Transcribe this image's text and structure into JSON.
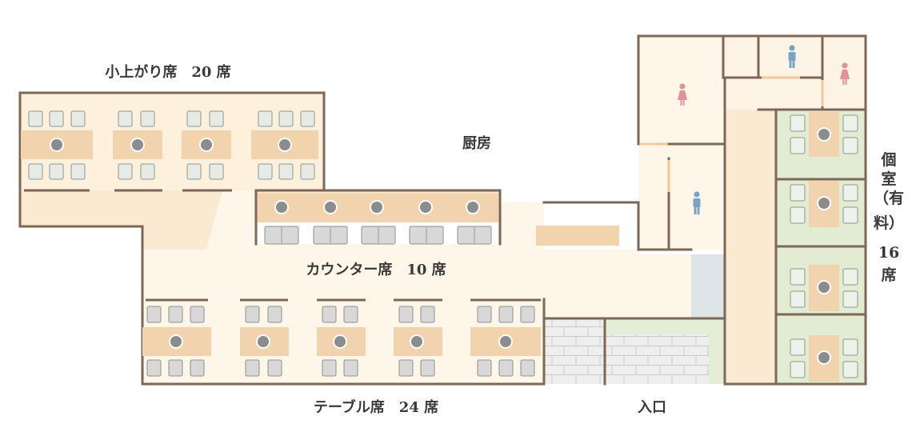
{
  "labels": {
    "koagari": "小上がり席　20 席",
    "kitchen": "厨房",
    "counter": "カウンター席　10 席",
    "table": "テーブル席　24 席",
    "entrance": "入口",
    "private_room": [
      "個",
      "室",
      "（有",
      "料）",
      "16",
      "席"
    ]
  },
  "icons": {
    "female_restroom": "female-restroom-icon",
    "male_restroom": "male-restroom-icon"
  },
  "colors": {
    "wall": "#7d6757",
    "floor": "#fdf6e9",
    "floor_warm": "#fbead2",
    "table_wood": "#f1d4ae",
    "seat": "#e6ebe6",
    "tatami": "#e2ecd2",
    "stone": "#ebebeb",
    "glass": "#dde5e8",
    "female": "#e2909a",
    "male": "#7aa3c4"
  }
}
